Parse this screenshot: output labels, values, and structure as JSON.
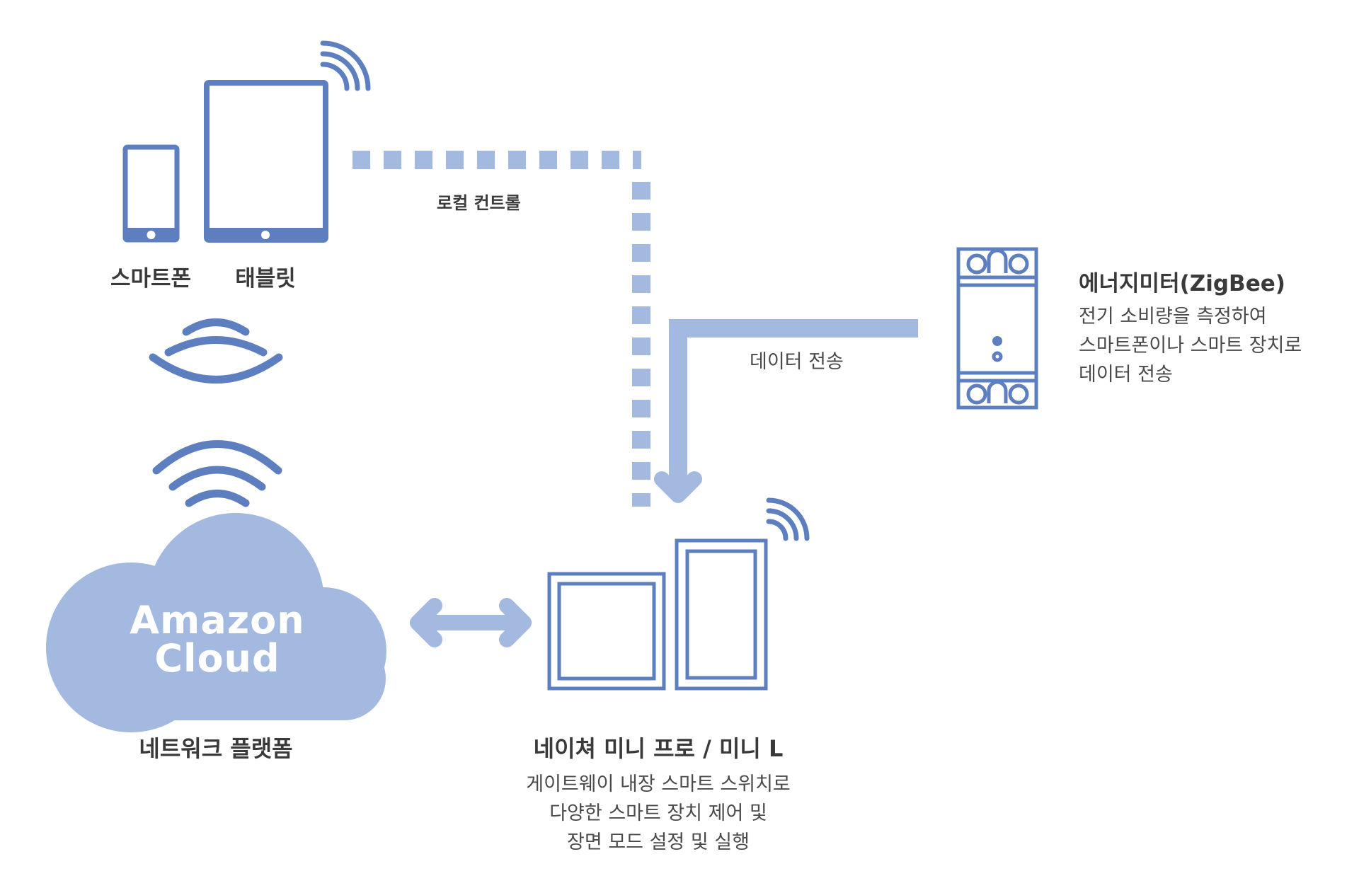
{
  "colors": {
    "device_blue": "#5e7fbf",
    "link_light_blue": "#a3b9e0",
    "cloud_blue": "#a3b9e0",
    "text_dark": "#3a3a3a"
  },
  "devices": {
    "smartphone_label": "스마트폰",
    "tablet_label": "태블릿"
  },
  "links": {
    "local_control_label": "로컬 컨트롤",
    "data_transfer_label": "데이터 전송"
  },
  "energy_meter": {
    "title": "에너지미터(ZigBee)",
    "desc_lines": [
      "전기 소비량을 측정하여",
      "스마트폰이나 스마트 장치로",
      "데이터 전송"
    ]
  },
  "cloud": {
    "line1": "Amazon",
    "line2": "Cloud",
    "label": "네트워크 플랫폼"
  },
  "hub": {
    "title": "네이쳐 미니 프로 / 미니 L",
    "desc_lines": [
      "게이트웨이 내장 스마트 스위치로",
      "다양한 스마트 장치 제어 및",
      "장면 모드 설정 및 실행"
    ]
  },
  "icons": [
    "smartphone-icon",
    "tablet-icon",
    "wifi-icon",
    "cloud-icon",
    "energy-meter-icon",
    "switch-icon",
    "double-arrow-icon",
    "down-arrow-icon"
  ]
}
